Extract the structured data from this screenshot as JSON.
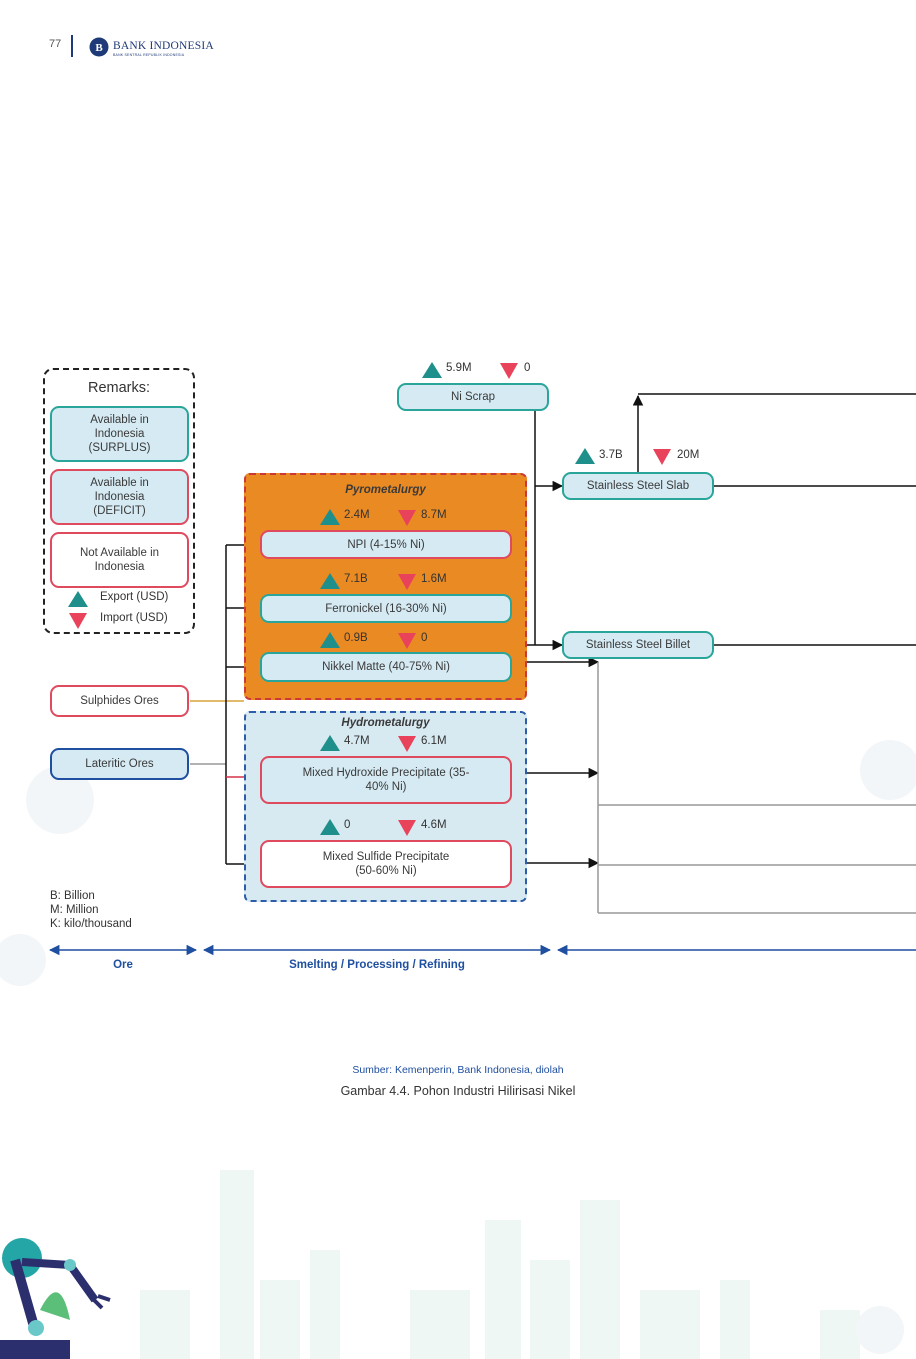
{
  "header": {
    "page_number": "77",
    "logo_title": "BANK INDONESIA",
    "logo_subtitle": "BANK SENTRAL REPUBLIK INDONESIA"
  },
  "remarks": {
    "title": "Remarks:",
    "surplus": "Available in Indonesia (SURPLUS)",
    "deficit": "Available in Indonesia (DEFICIT)",
    "none": "Not Available in Indonesia",
    "export": "Export (USD)",
    "import": "Import (USD)"
  },
  "ores": {
    "sulphides": "Sulphides Ores",
    "lateritic": "Lateritic Ores"
  },
  "pyro": {
    "title": "Pyrometalurgy",
    "npi": {
      "label": "NPI (4-15% Ni)",
      "export": "2.4M",
      "import": "8.7M"
    },
    "ferronickel": {
      "label": "Ferronickel (16-30% Ni)",
      "export": "7.1B",
      "import": "1.6M"
    },
    "matte": {
      "label": "Nikkel Matte (40-75% Ni)",
      "export": "0.9B",
      "import": "0"
    }
  },
  "hydro": {
    "title": "Hydrometalurgy",
    "mhp": {
      "label": "Mixed Hydroxide Precipitate (35-40% Ni)",
      "export": "4.7M",
      "import": "6.1M"
    },
    "msp": {
      "label": "Mixed Sulfide Precipitate (50-60% Ni)",
      "export": "0",
      "import": "4.6M"
    }
  },
  "scrap": {
    "label": "Ni Scrap",
    "export": "5.9M",
    "import": "0"
  },
  "slab": {
    "label": "Stainless Steel Slab",
    "export": "3.7B",
    "import": "20M"
  },
  "billet": {
    "label": "Stainless Steel Billet"
  },
  "notes": {
    "b": "B: Billion",
    "m": "M: Million",
    "k": "K: kilo/thousand"
  },
  "stages": {
    "ore": "Ore",
    "smelting": "Smelting / Processing / Refining"
  },
  "footer": {
    "source": "Sumber: Kemenperin, Bank Indonesia, diolah",
    "caption": "Gambar 4.4. Pohon Industri Hilirisasi Nikel"
  },
  "colors": {
    "surplus_border": "#2aa59a",
    "deficit_border": "#e04a5e",
    "export_arrow": "#1f8f8c",
    "import_arrow": "#e8435a",
    "pyro_fill": "#ea8a22",
    "hydro_fill": "#d7eaf2",
    "brand_blue": "#1f3a78"
  }
}
